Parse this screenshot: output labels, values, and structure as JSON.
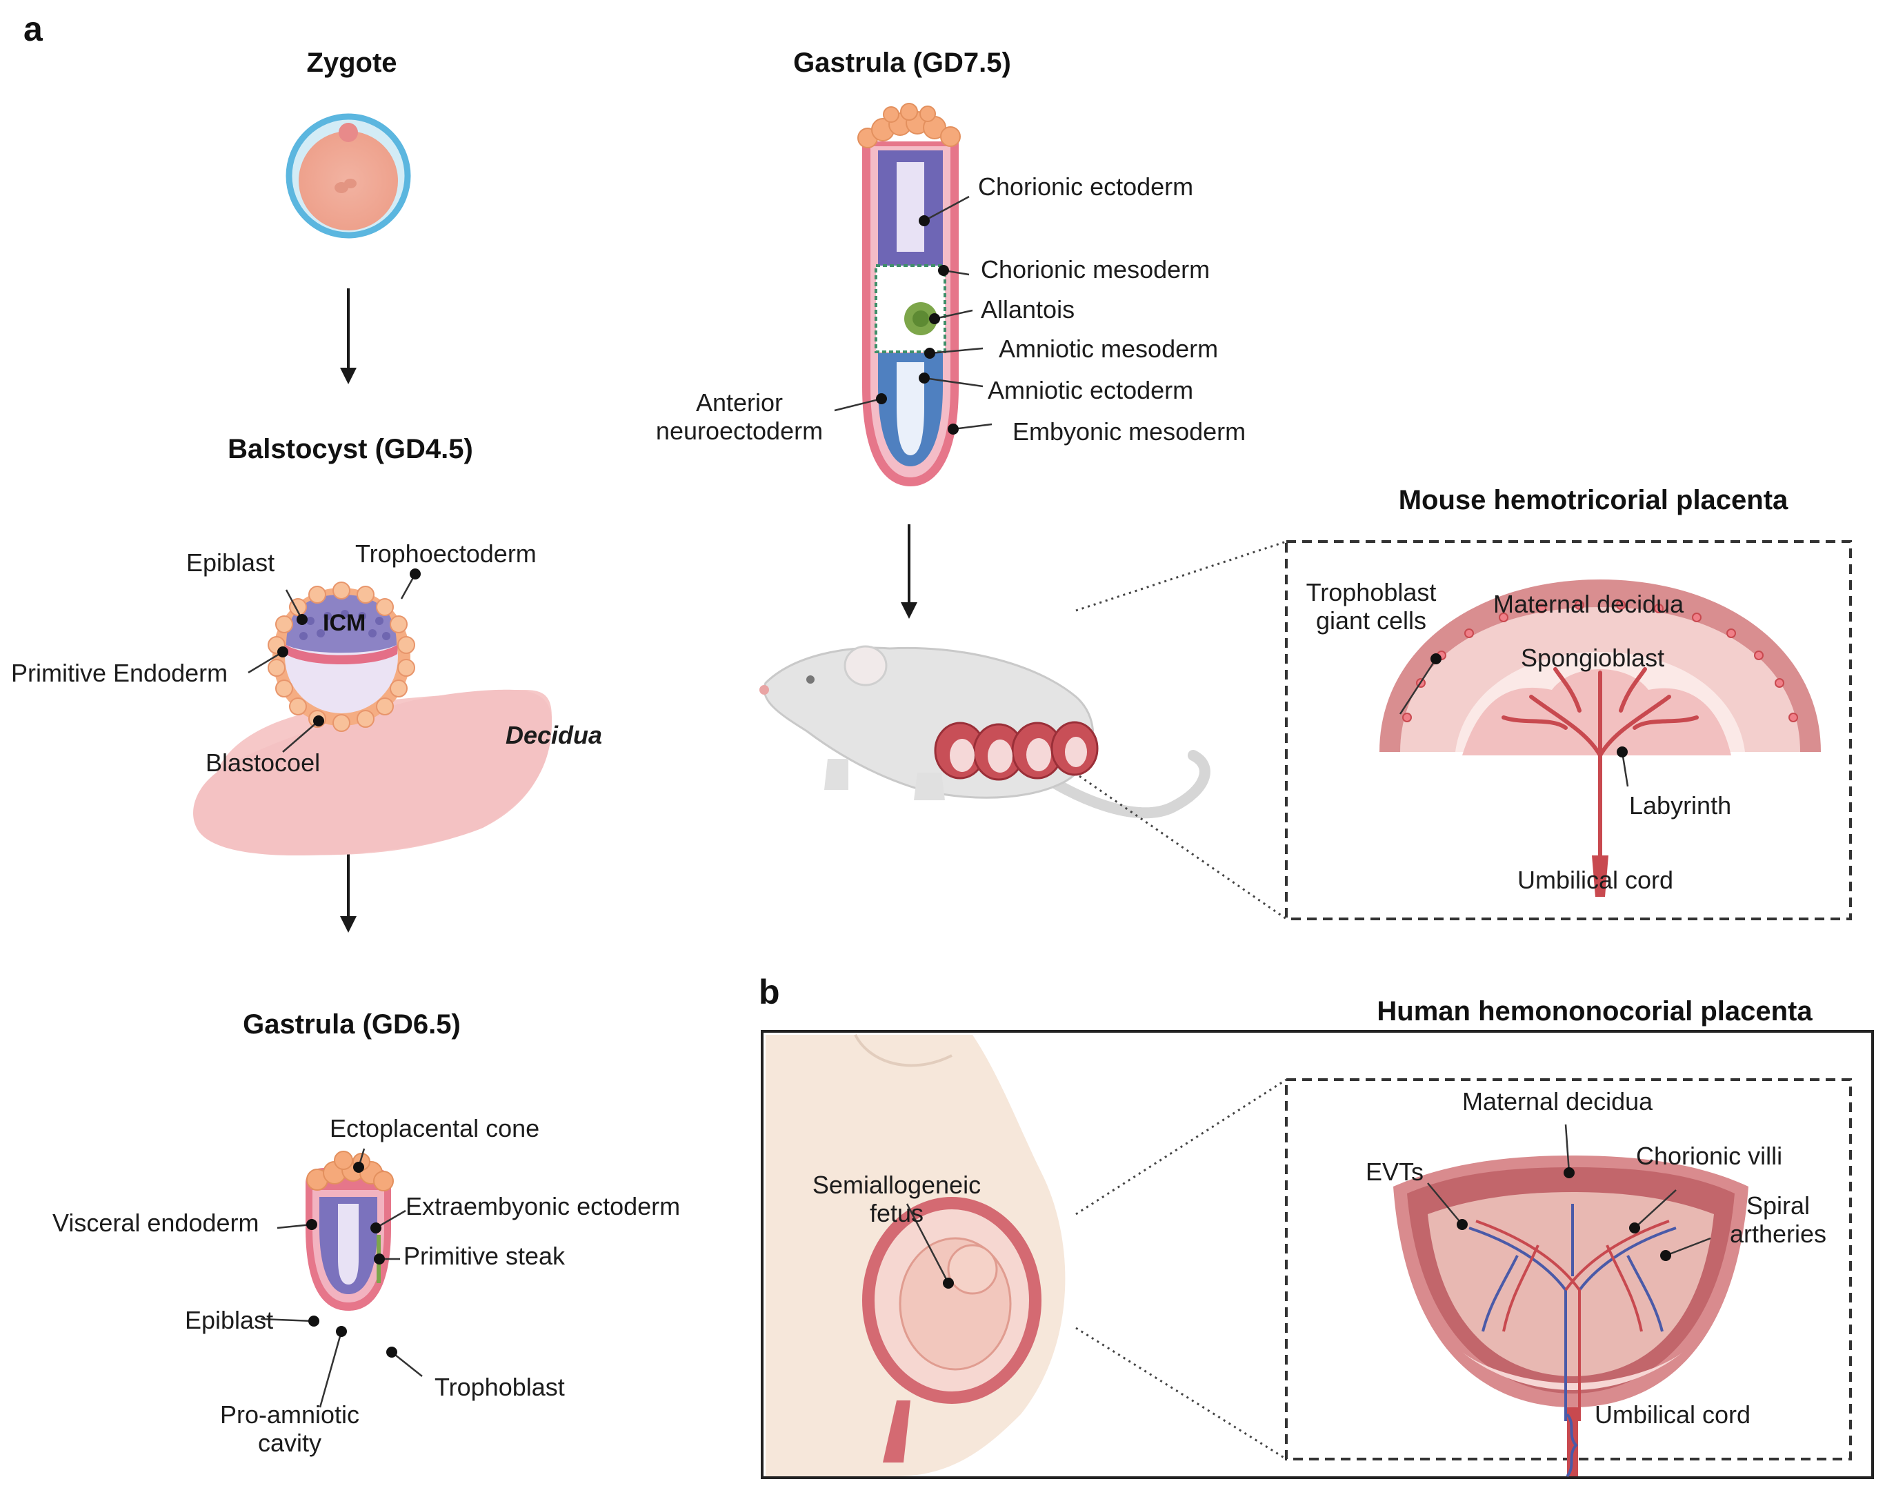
{
  "panels": {
    "a": "a",
    "b": "b"
  },
  "titles": {
    "zygote": "Zygote",
    "blastocyst": "Balstocyst (GD4.5)",
    "gastrula_65": "Gastrula (GD6.5)",
    "gastrula_75": "Gastrula (GD7.5)",
    "mouse_placenta": "Mouse hemotricorial placenta",
    "human_placenta": "Human hemononocorial placenta"
  },
  "blastocyst": {
    "epiblast": "Epiblast",
    "trophoectoderm": "Trophoectoderm",
    "icm": "ICM",
    "primitive_endoderm": "Primitive Endoderm",
    "blastocoel": "Blastocoel",
    "decidua": "Decidua"
  },
  "gastrula_65": {
    "ectoplacental_cone": "Ectoplacental cone",
    "visceral_endoderm": "Visceral endoderm",
    "extraembryonic_ectoderm": "Extraembyonic ectoderm",
    "primitive_streak": "Primitive steak",
    "epiblast": "Epiblast",
    "trophoblast": "Trophoblast",
    "pro_amniotic_cavity": [
      "Pro-amniotic",
      "cavity"
    ]
  },
  "gastrula_75": {
    "chorionic_ectoderm": "Chorionic ectoderm",
    "chorionic_mesoderm": "Chorionic mesoderm",
    "allantois": "Allantois",
    "amniotic_mesoderm": "Amniotic mesoderm",
    "amniotic_ectoderm": "Amniotic ectoderm",
    "embryonic_mesoderm": "Embyonic mesoderm",
    "anterior_neuroectoderm": [
      "Anterior",
      "neuroectoderm"
    ]
  },
  "mouse_placenta": {
    "trophoblast_giant_cells": [
      "Trophoblast",
      "giant cells"
    ],
    "maternal_decidua": "Maternal decidua",
    "spongioblast": "Spongioblast",
    "labyrinth": "Labyrinth",
    "umbilical_cord": "Umbilical cord"
  },
  "human_placenta": {
    "semiallogeneic_fetus": [
      "Semiallogeneic",
      "fetus"
    ],
    "maternal_decidua": "Maternal decidua",
    "evts": "EVTs",
    "chorionic_villi": "Chorionic villi",
    "spiral_arteries": [
      "Spiral",
      "artheries"
    ],
    "umbilical_cord": "Umbilical cord"
  },
  "colors": {
    "trophoblast_orange": "#f6b48a",
    "epiblast_purple": "#8f86c8",
    "ectoderm_blue": "#5a86c2",
    "membrane_pink": "#e57a8e",
    "cavity_lavender": "#e6e0f4",
    "decidua_pink": "#f4c4c6",
    "placenta_dark": "#d98b8e",
    "placenta_light": "#f6d6d4",
    "vessel_red": "#c8494f",
    "vessel_blue": "#4a5aa8",
    "mouse_grey": "#e3e3e3",
    "allantois_green": "#7da64a",
    "skin": "#f7e9dc"
  }
}
